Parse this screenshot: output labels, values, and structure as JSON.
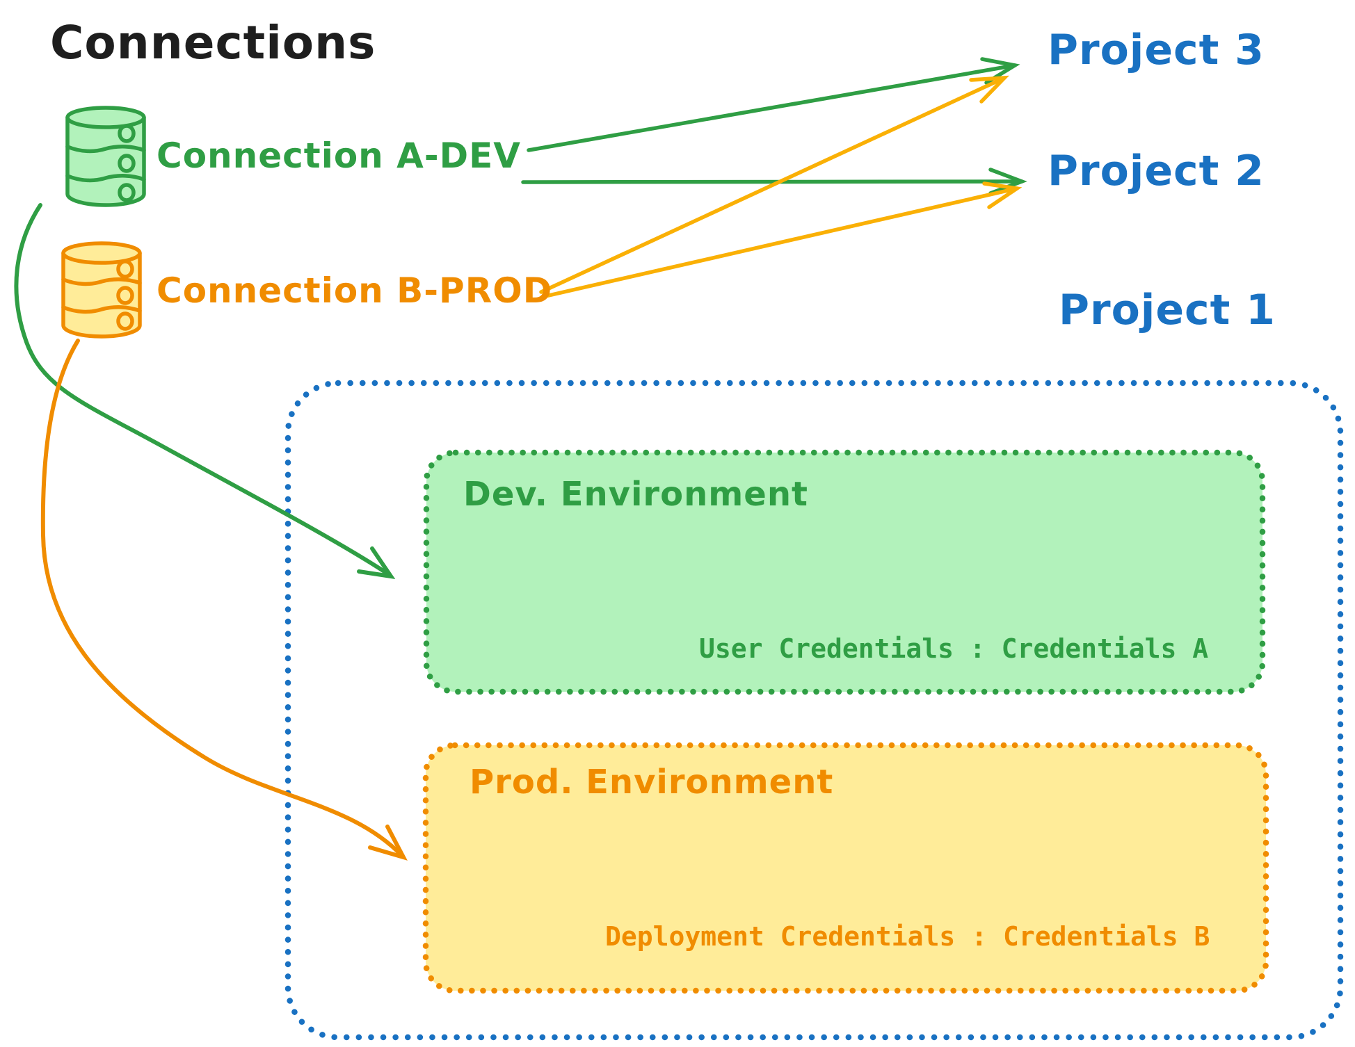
{
  "diagram": {
    "title": "Connections",
    "connections": [
      {
        "label": "Connection A-DEV",
        "icon": "database",
        "color": "#2f9e44",
        "fill": "#b2f2bb"
      },
      {
        "label": "Connection B-PROD",
        "icon": "database",
        "color": "#f08c00",
        "fill": "#ffec99"
      }
    ],
    "projects": [
      {
        "label": "Project 3"
      },
      {
        "label": "Project 2"
      },
      {
        "label": "Project 1"
      }
    ],
    "project1_box": {
      "stroke": "#1971c2",
      "environments": [
        {
          "title": "Dev. Environment",
          "credentials_label": "User Credentials : Credentials A",
          "stroke": "#2f9e44",
          "fill": "#b2f2bb"
        },
        {
          "title": "Prod. Environment",
          "credentials_label": "Deployment Credentials : Credentials B",
          "stroke": "#f08c00",
          "fill": "#ffec99"
        }
      ]
    },
    "edges": [
      {
        "from": "Connection A-DEV",
        "to": "Project 3",
        "color": "#2f9e44",
        "style": "straight-arrow"
      },
      {
        "from": "Connection A-DEV",
        "to": "Project 2",
        "color": "#2f9e44",
        "style": "straight-arrow"
      },
      {
        "from": "Connection B-PROD",
        "to": "Project 3",
        "color": "#fab005",
        "style": "straight-arrow"
      },
      {
        "from": "Connection B-PROD",
        "to": "Project 2",
        "color": "#fab005",
        "style": "straight-arrow"
      },
      {
        "from": "Connection A-DEV",
        "to": "Dev. Environment",
        "color": "#2f9e44",
        "style": "curved-arrow"
      },
      {
        "from": "Connection B-PROD",
        "to": "Prod. Environment",
        "color": "#f08c00",
        "style": "curved-arrow"
      }
    ],
    "colors": {
      "title_text": "#1e1e1e",
      "project_text": "#1971c2",
      "green": "#2f9e44",
      "green_fill": "#b2f2bb",
      "orange": "#f08c00",
      "orange_fill": "#ffec99",
      "arrow_orange": "#fab005",
      "blue": "#1971c2"
    }
  }
}
